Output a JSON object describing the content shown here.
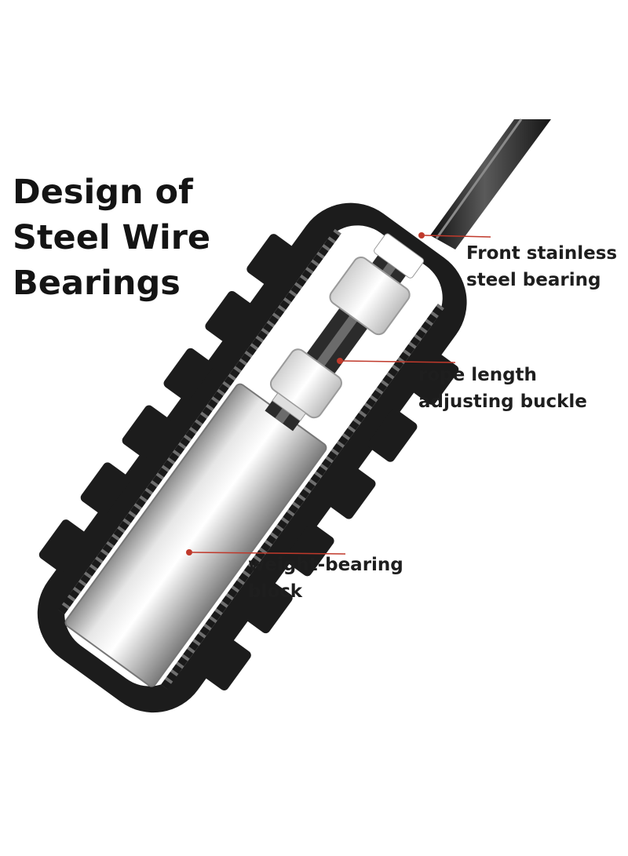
{
  "title": {
    "lines": [
      "Design of",
      "Steel Wire",
      "Bearings"
    ]
  },
  "callouts": {
    "front_bearing": {
      "lines": [
        "Front stainless",
        "steel bearing"
      ]
    },
    "rope_buckle": {
      "lines": [
        "rope length",
        "adjusting buckle"
      ]
    },
    "weight_block": {
      "lines": [
        "weight-bearing",
        "block"
      ]
    }
  },
  "colors": {
    "background": "#ffffff",
    "text": "#1e1e1e",
    "handle_rubber": "#1c1c1c",
    "metal": "#c8c8c8",
    "bearing": "#f4f4f4",
    "pointer": "#c0392b"
  }
}
